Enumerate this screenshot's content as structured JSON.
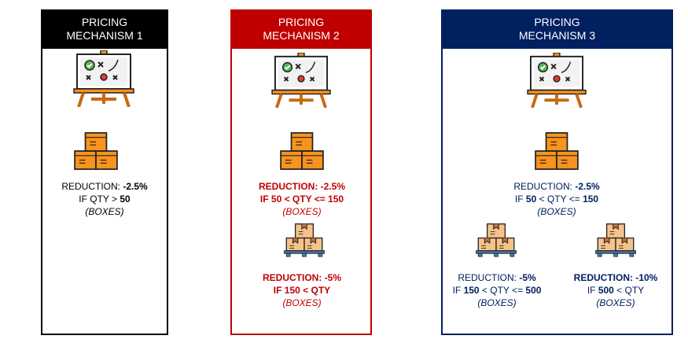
{
  "colors": {
    "p1": "#000000",
    "p2": "#c00000",
    "p3": "#002060"
  },
  "panels": [
    {
      "title": [
        "PRICING",
        "MECHANISM 1"
      ],
      "tiers": [
        {
          "line1": [
            "REDUCTION: ",
            "-2.5%"
          ],
          "line2": [
            "IF QTY > ",
            "50"
          ],
          "line3": "(BOXES)"
        }
      ]
    },
    {
      "title": [
        "PRICING",
        "MECHANISM 2"
      ],
      "tiers": [
        {
          "line1": [
            "REDUCTION: -2.5%"
          ],
          "line2": [
            "IF 50 < QTY <= 150"
          ],
          "line3": "(BOXES)"
        },
        {
          "line1": [
            "REDUCTION: -5%"
          ],
          "line2": [
            "IF 150 < QTY"
          ],
          "line3": "(BOXES)"
        }
      ]
    },
    {
      "title": [
        "PRICING",
        "MECHANISM 3"
      ],
      "tiers": [
        {
          "line1": [
            "REDUCTION: ",
            "-2.5%"
          ],
          "line2": [
            "IF ",
            "50",
            " < QTY <= ",
            "150"
          ],
          "line3": "(BOXES)"
        },
        {
          "line1": [
            "REDUCTION: ",
            "-5%"
          ],
          "line2": [
            "IF ",
            "150",
            " < QTY <= ",
            "500"
          ],
          "line3": "(BOXES)"
        },
        {
          "line1": [
            "REDUCTION: -10%"
          ],
          "line2": [
            "IF ",
            "500",
            " < QTY"
          ],
          "line3": "(BOXES)"
        }
      ]
    }
  ]
}
